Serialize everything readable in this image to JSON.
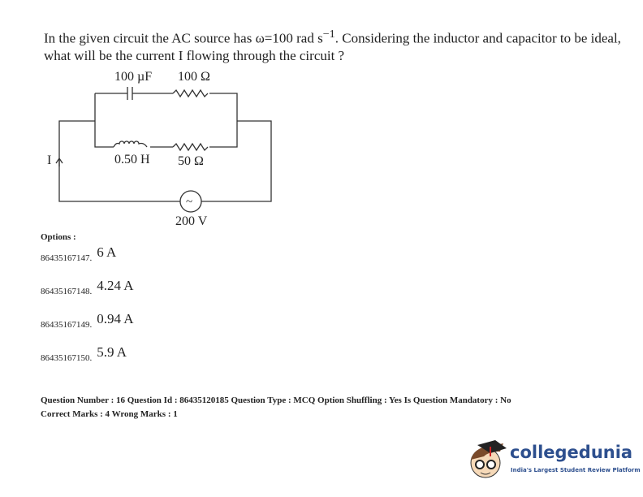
{
  "question": {
    "text_before": "In the given circuit the AC source has ω=100 rad s",
    "superscript": "−1",
    "text_after": ". Considering the inductor and capacitor to be ideal, what will be the current I flowing through the circuit ?"
  },
  "circuit": {
    "capacitor": "100 µF",
    "resistor_top": "100 Ω",
    "inductor": "0.50 H",
    "resistor_bottom": "50 Ω",
    "source": "200 V",
    "current": "I",
    "source_symbol": "~"
  },
  "options_label": "Options :",
  "options": [
    {
      "id": "86435167147.",
      "value": "6 A"
    },
    {
      "id": "86435167148.",
      "value": "4.24 A"
    },
    {
      "id": "86435167149.",
      "value": "0.94 A"
    },
    {
      "id": "86435167150.",
      "value": "5.9 A"
    }
  ],
  "meta": {
    "line1": "Question Number : 16 Question Id : 86435120185 Question Type : MCQ Option Shuffling : Yes Is Question Mandatory : No",
    "line2": "Correct Marks : 4 Wrong Marks : 1"
  },
  "logo": {
    "brand": "collegedunia",
    "tagline": "India's Largest Student Review Platform"
  }
}
